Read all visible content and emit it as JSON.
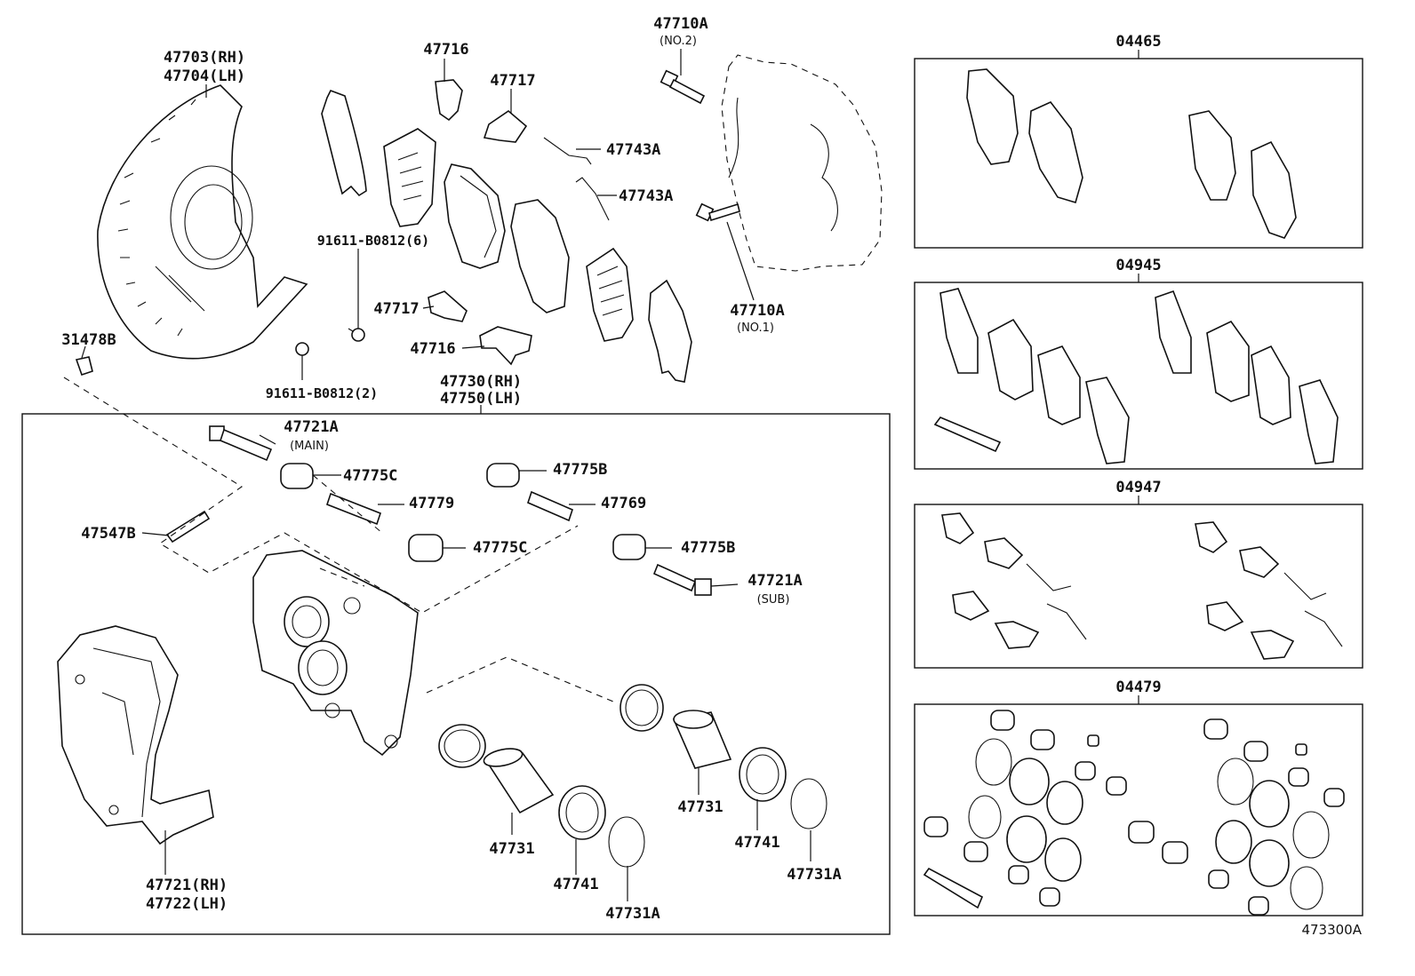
{
  "labels": {
    "l47703": "47703(RH)",
    "l47704": "47704(LH)",
    "l31478B": "31478B",
    "l91611_6": "91611-B0812(6)",
    "l91611_2": "91611-B0812(2)",
    "l47716a": "47716",
    "l47717a": "47717",
    "l47743Aa": "47743A",
    "l47743Ab": "47743A",
    "l47710Atop": "47710A",
    "l47710Atop_sub": "(NO.2)",
    "l47710Abot": "47710A",
    "l47710Abot_sub": "(NO.1)",
    "l47717b": "47717",
    "l47716b": "47716",
    "l47730": "47730(RH)",
    "l47750": "47750(LH)",
    "l47721Amain": "47721A",
    "l47721Amain_sub": "(MAIN)",
    "l47775Ca": "47775C",
    "l47779": "47779",
    "l47775Cb": "47775C",
    "l47547B": "47547B",
    "l47775Ba": "47775B",
    "l47769": "47769",
    "l47775Bb": "47775B",
    "l47721Asub": "47721A",
    "l47721Asub_sub": "(SUB)",
    "l47721": "47721(RH)",
    "l47722": "47722(LH)",
    "l47731a": "47731",
    "l47741a": "47741",
    "l47731Aa": "47731A",
    "l47731b": "47731",
    "l47741b": "47741",
    "l47731Ab": "47731A",
    "l04465": "04465",
    "l04945": "04945",
    "l04947": "04947",
    "l04479": "04479",
    "figno": "473300A"
  }
}
